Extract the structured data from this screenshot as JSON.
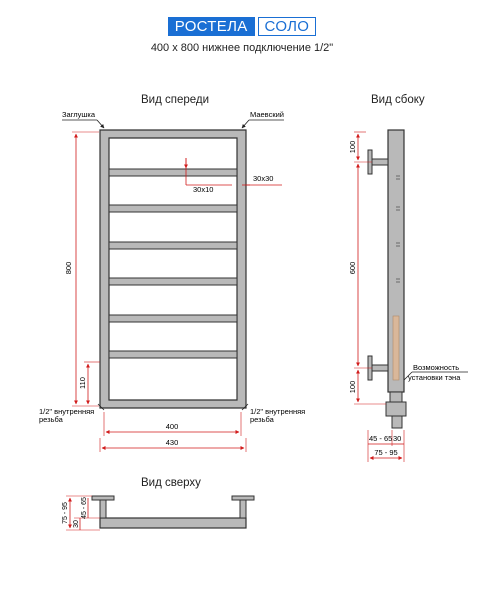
{
  "header": {
    "brand_part1": "РОСТЕЛА",
    "brand_part2": "СОЛО",
    "subtitle": "400 х 800 нижнее подключение 1/2\""
  },
  "front_view": {
    "title": "Вид спереди",
    "label_plug": "Заглушка",
    "label_mayevsky": "Маевский",
    "label_pipe_1": "30x10",
    "label_pipe_2": "30x30",
    "dim_height": "800",
    "dim_bottom": "110",
    "dim_width_inner": "400",
    "dim_width_outer": "430",
    "label_thread_left_1": "1/2\" внутренняя",
    "label_thread_left_2": "резьба",
    "label_thread_right_1": "1/2\" внутренняя",
    "label_thread_right_2": "резьба"
  },
  "side_view": {
    "title": "Вид сбоку",
    "dim_top": "100",
    "dim_middle": "600",
    "dim_bottom": "100",
    "label_heater_1": "Возможность",
    "label_heater_2": "установки тэна",
    "dim_width_1": "45 - 65",
    "dim_width_2": "30",
    "dim_width_total": "75 - 95"
  },
  "top_view": {
    "title": "Вид сверху",
    "dim_total": "75 - 95",
    "dim_small": "30",
    "dim_range": "45 - 65"
  },
  "colors": {
    "brand": "#1a6fd4",
    "dimension": "#d11a1a",
    "frame_outline": "#333333",
    "frame_fill": "#b9b9b9"
  }
}
